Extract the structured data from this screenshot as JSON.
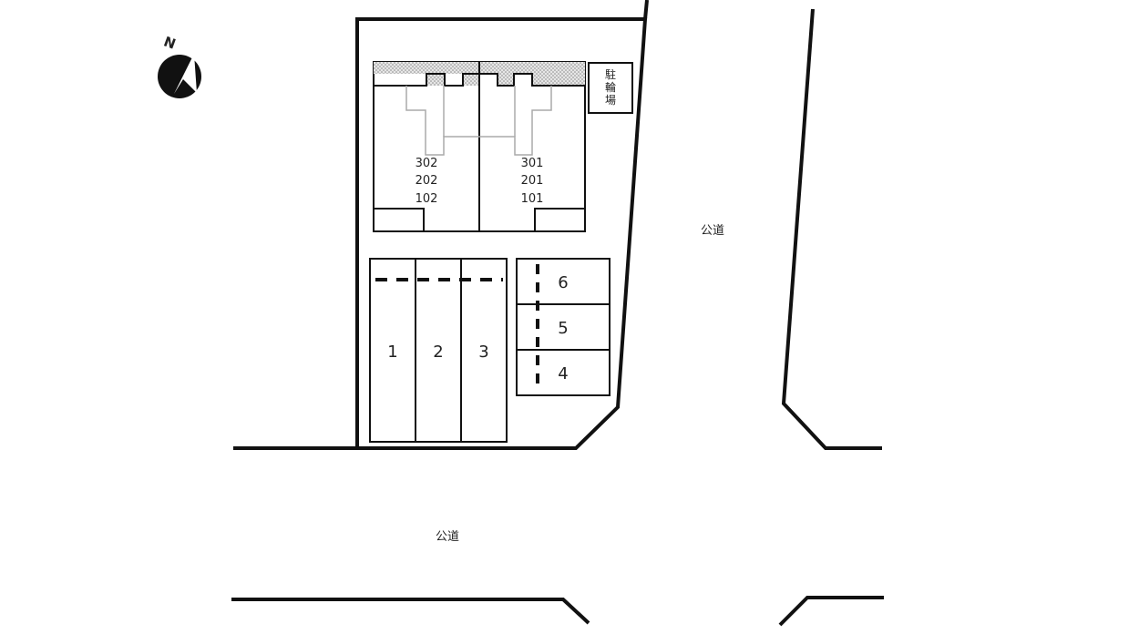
{
  "compass": {
    "north_letter": "N"
  },
  "building": {
    "units_left": [
      "302",
      "202",
      "102"
    ],
    "units_right": [
      "301",
      "201",
      "101"
    ]
  },
  "bicycle_parking": {
    "label_chars": [
      "駐",
      "輪",
      "場"
    ]
  },
  "parking": {
    "spaces": [
      "1",
      "2",
      "3",
      "4",
      "5",
      "6"
    ]
  },
  "roads": {
    "east_road": "公道",
    "south_road": "公道"
  },
  "colors": {
    "line": "#111111",
    "hatch": "#bdbdbd",
    "grey_outline": "#aaaaaa"
  }
}
